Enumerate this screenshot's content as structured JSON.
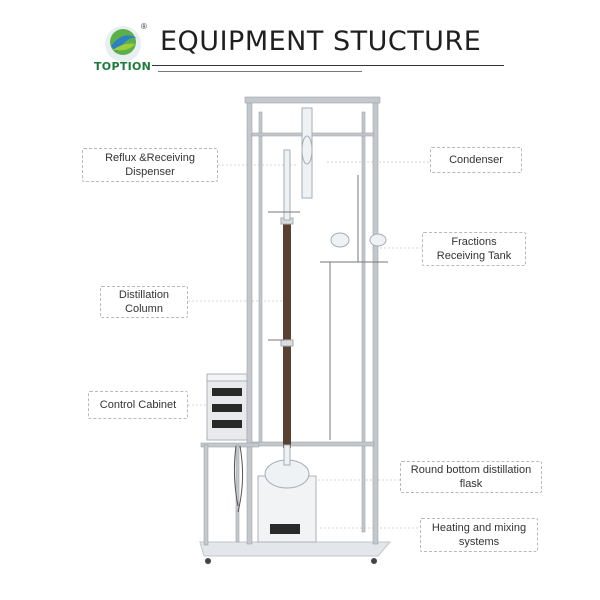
{
  "brand": {
    "name": "TOPTION",
    "registered": "®"
  },
  "title": "EQUIPMENT STUCTURE",
  "labels": {
    "reflux": {
      "line1": "Reflux &Receiving",
      "line2": "Dispenser"
    },
    "condenser": {
      "line1": "Condenser"
    },
    "fractions": {
      "line1": "Fractions",
      "line2": "Receiving Tank"
    },
    "column": {
      "line1": "Distillation",
      "line2": "Column"
    },
    "cabinet": {
      "line1": "Control Cabinet"
    },
    "flask": {
      "line1": "Round bottom distillation",
      "line2": "flask"
    },
    "heating": {
      "line1": "Heating and mixing",
      "line2": "systems"
    }
  },
  "colors": {
    "brand_green": "#1c7a3a",
    "frame_steel": "#b8bcc2",
    "column_glass": "#5a4030"
  }
}
